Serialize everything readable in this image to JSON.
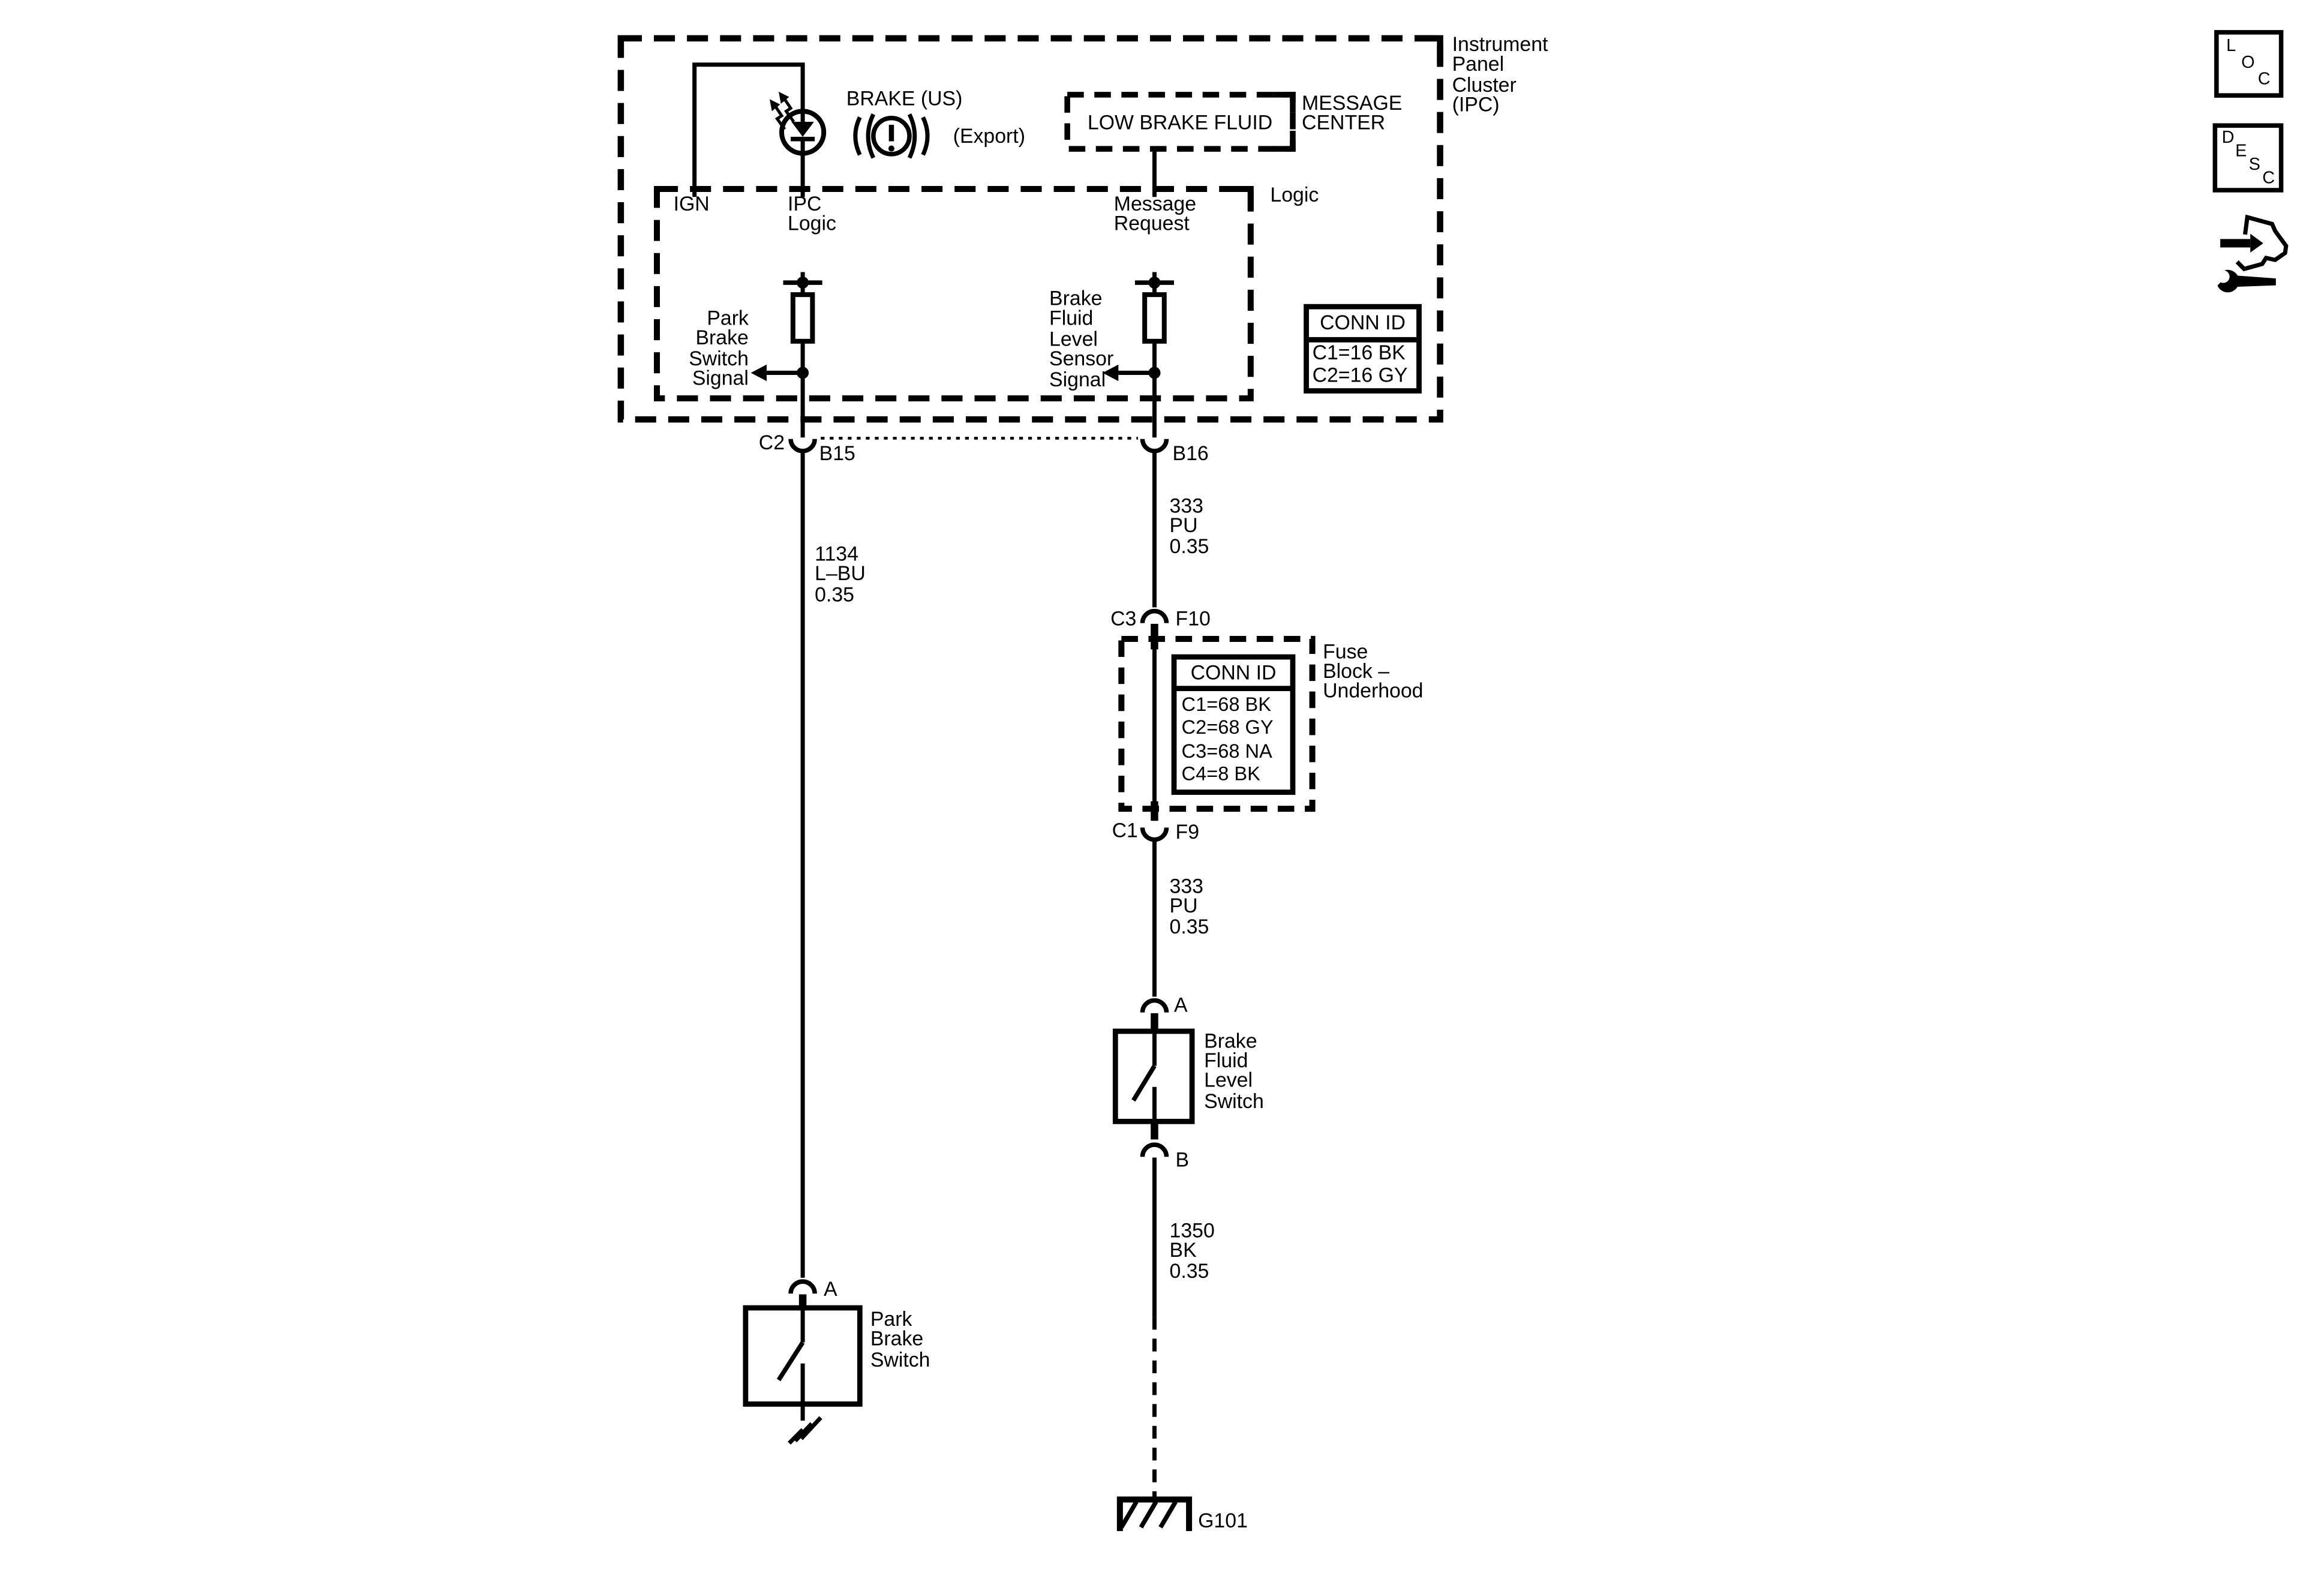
{
  "ipc": {
    "name_lines": [
      "Instrument",
      "Panel",
      "Cluster",
      "(IPC)"
    ],
    "brake_us_label": "BRAKE (US)",
    "export_label": "(Export)",
    "low_brake_fluid_label": "LOW BRAKE FLUID",
    "message_center_lines": [
      "MESSAGE",
      "CENTER"
    ],
    "logic_label": "Logic",
    "ign_label": "IGN",
    "ipc_logic_lines": [
      "IPC",
      "Logic"
    ],
    "message_request_lines": [
      "Message",
      "Request"
    ],
    "park_brake_signal_lines": [
      "Park",
      "Brake",
      "Switch",
      "Signal"
    ],
    "fluid_sensor_signal_lines": [
      "Brake",
      "Fluid",
      "Level",
      "Sensor",
      "Signal"
    ],
    "conn_id": {
      "title": "CONN ID",
      "rows": [
        "C1=16 BK",
        "C2=16 GY"
      ]
    }
  },
  "connectors": {
    "c2": "C2",
    "b15": "B15",
    "b16": "B16",
    "c3": "C3",
    "f10": "F10",
    "c1": "C1",
    "f9": "F9",
    "fluid_switch_a": "A",
    "fluid_switch_b": "B",
    "park_switch_a": "A"
  },
  "wires": {
    "w1_lines": [
      "1134",
      "L–BU",
      "0.35"
    ],
    "w2_lines": [
      "333",
      "PU",
      "0.35"
    ],
    "w3_lines": [
      "333",
      "PU",
      "0.35"
    ],
    "w4_lines": [
      "1350",
      "BK",
      "0.35"
    ]
  },
  "fuse_block": {
    "name_lines": [
      "Fuse",
      "Block –",
      "Underhood"
    ],
    "conn_id": {
      "title": "CONN ID",
      "rows": [
        "C1=68 BK",
        "C2=68 GY",
        "C3=68 NA",
        "C4=8 BK"
      ]
    }
  },
  "components": {
    "fluid_switch_lines": [
      "Brake",
      "Fluid",
      "Level",
      "Switch"
    ],
    "park_switch_lines": [
      "Park",
      "Brake",
      "Switch"
    ]
  },
  "grounds": {
    "g101": "G101"
  },
  "toolbar": {
    "loc_letters": [
      "L",
      "O",
      "C"
    ],
    "desc_letters": [
      "D",
      "E",
      "S",
      "C"
    ]
  },
  "colors": {
    "ink": "#000000",
    "paper": "#ffffff"
  }
}
